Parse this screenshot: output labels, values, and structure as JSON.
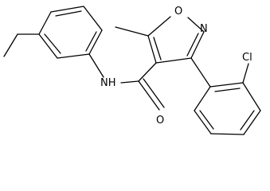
{
  "molecule": {
    "atom_labels": {
      "oxygen_ring": "O",
      "nitrogen_ring": "N",
      "chlorine": "Cl",
      "amide_nh": "NH",
      "carbonyl_oxygen": "O"
    }
  }
}
